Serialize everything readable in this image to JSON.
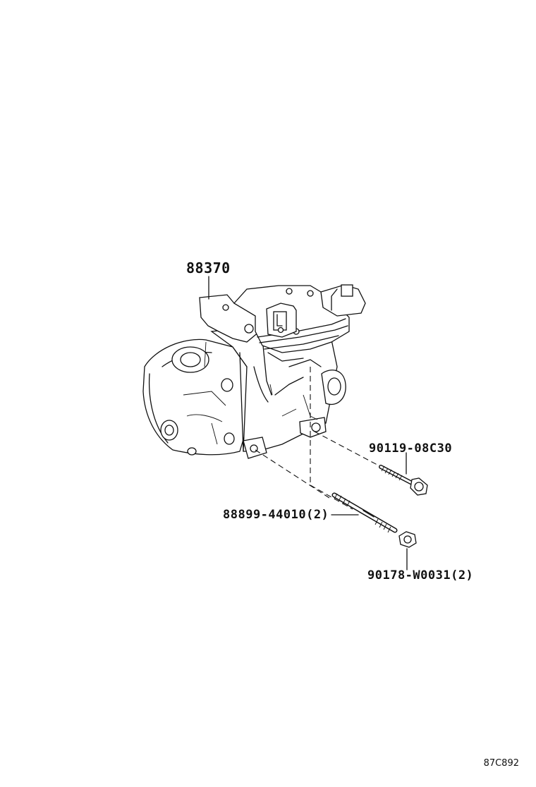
{
  "parts": {
    "compressor": {
      "number": "88370"
    },
    "bolt_1": {
      "number": "90119-08C30"
    },
    "stud_bolt": {
      "number": "88899-44010(2)"
    },
    "nut": {
      "number": "90178-W0031(2)"
    }
  },
  "illustration_code": "87C892"
}
